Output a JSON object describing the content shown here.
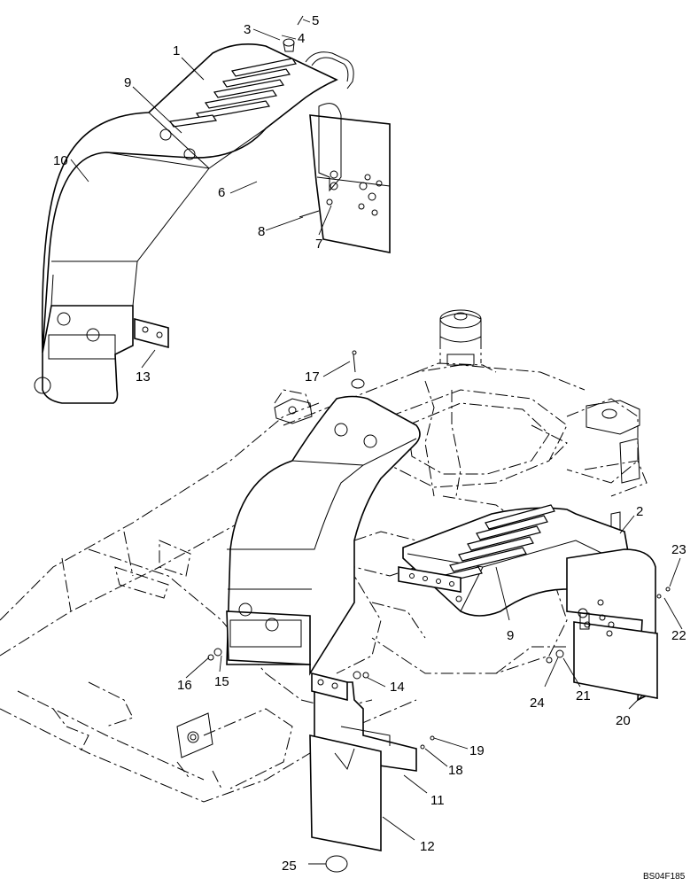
{
  "diagram": {
    "drawing_code": "BS04F185",
    "callouts": [
      {
        "id": "c1",
        "label": "1"
      },
      {
        "id": "c2",
        "label": "2"
      },
      {
        "id": "c3",
        "label": "3"
      },
      {
        "id": "c4",
        "label": "4"
      },
      {
        "id": "c5",
        "label": "5"
      },
      {
        "id": "c6",
        "label": "6"
      },
      {
        "id": "c7",
        "label": "7"
      },
      {
        "id": "c8",
        "label": "8"
      },
      {
        "id": "c9a",
        "label": "9"
      },
      {
        "id": "c9b",
        "label": "9"
      },
      {
        "id": "c10",
        "label": "10"
      },
      {
        "id": "c11",
        "label": "11"
      },
      {
        "id": "c12",
        "label": "12"
      },
      {
        "id": "c13",
        "label": "13"
      },
      {
        "id": "c14",
        "label": "14"
      },
      {
        "id": "c15",
        "label": "15"
      },
      {
        "id": "c16",
        "label": "16"
      },
      {
        "id": "c17",
        "label": "17"
      },
      {
        "id": "c18",
        "label": "18"
      },
      {
        "id": "c19",
        "label": "19"
      },
      {
        "id": "c20",
        "label": "20"
      },
      {
        "id": "c21",
        "label": "21"
      },
      {
        "id": "c22",
        "label": "22"
      },
      {
        "id": "c23",
        "label": "23"
      },
      {
        "id": "c24",
        "label": "24"
      },
      {
        "id": "c25",
        "label": "25"
      }
    ]
  }
}
